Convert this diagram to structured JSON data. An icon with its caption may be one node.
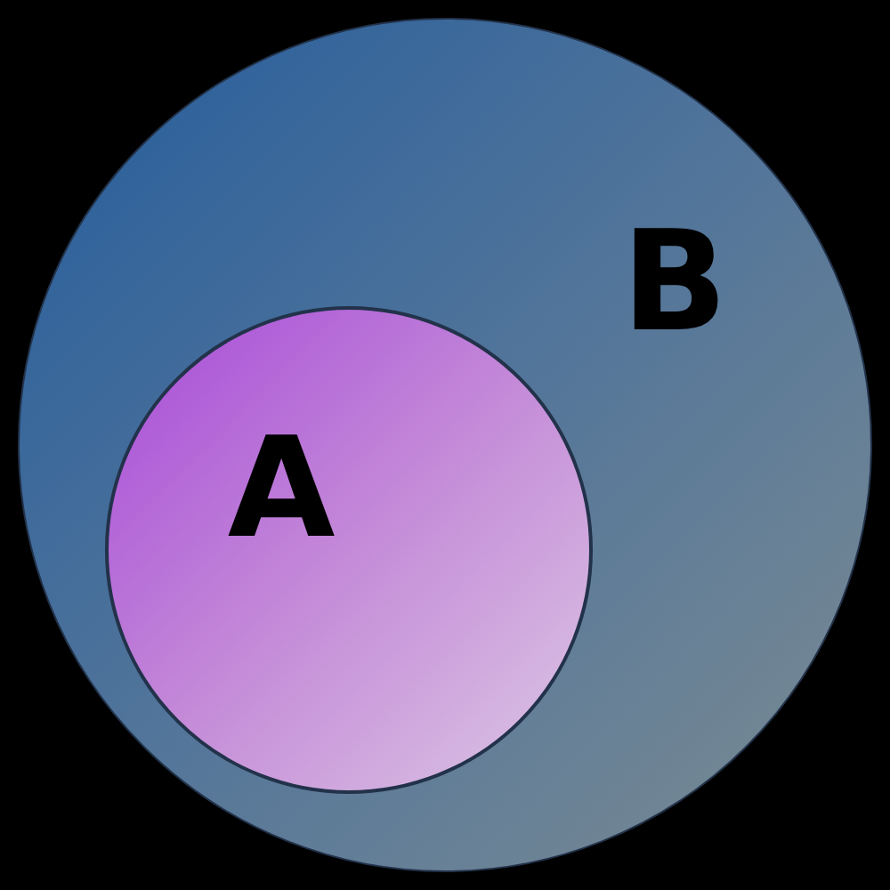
{
  "diagram": {
    "nodes": [
      {
        "text": [
          "B"
        ]
      },
      {
        "text": [
          "A"
        ],
        "in": 0
      }
    ]
  }
}
